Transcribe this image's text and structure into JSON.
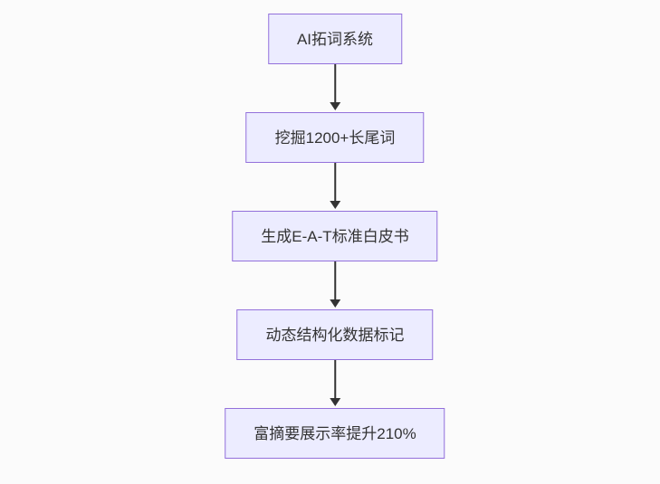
{
  "diagram": {
    "type": "flowchart",
    "direction": "top-down",
    "steps": [
      {
        "label": "AI拓词系统"
      },
      {
        "label": "挖掘1200+长尾词"
      },
      {
        "label": "生成E-A-T标准白皮书"
      },
      {
        "label": "动态结构化数据标记"
      },
      {
        "label": "富摘要展示率提升210%"
      }
    ],
    "connections": [
      {
        "from": 0,
        "to": 1
      },
      {
        "from": 1,
        "to": 2
      },
      {
        "from": 2,
        "to": 3
      },
      {
        "from": 3,
        "to": 4
      }
    ],
    "colors": {
      "node_fill": "#ECECFF",
      "node_border": "#9370DB",
      "node_text": "#333333",
      "arrow": "#333333",
      "background": "#fbfbfb"
    }
  }
}
